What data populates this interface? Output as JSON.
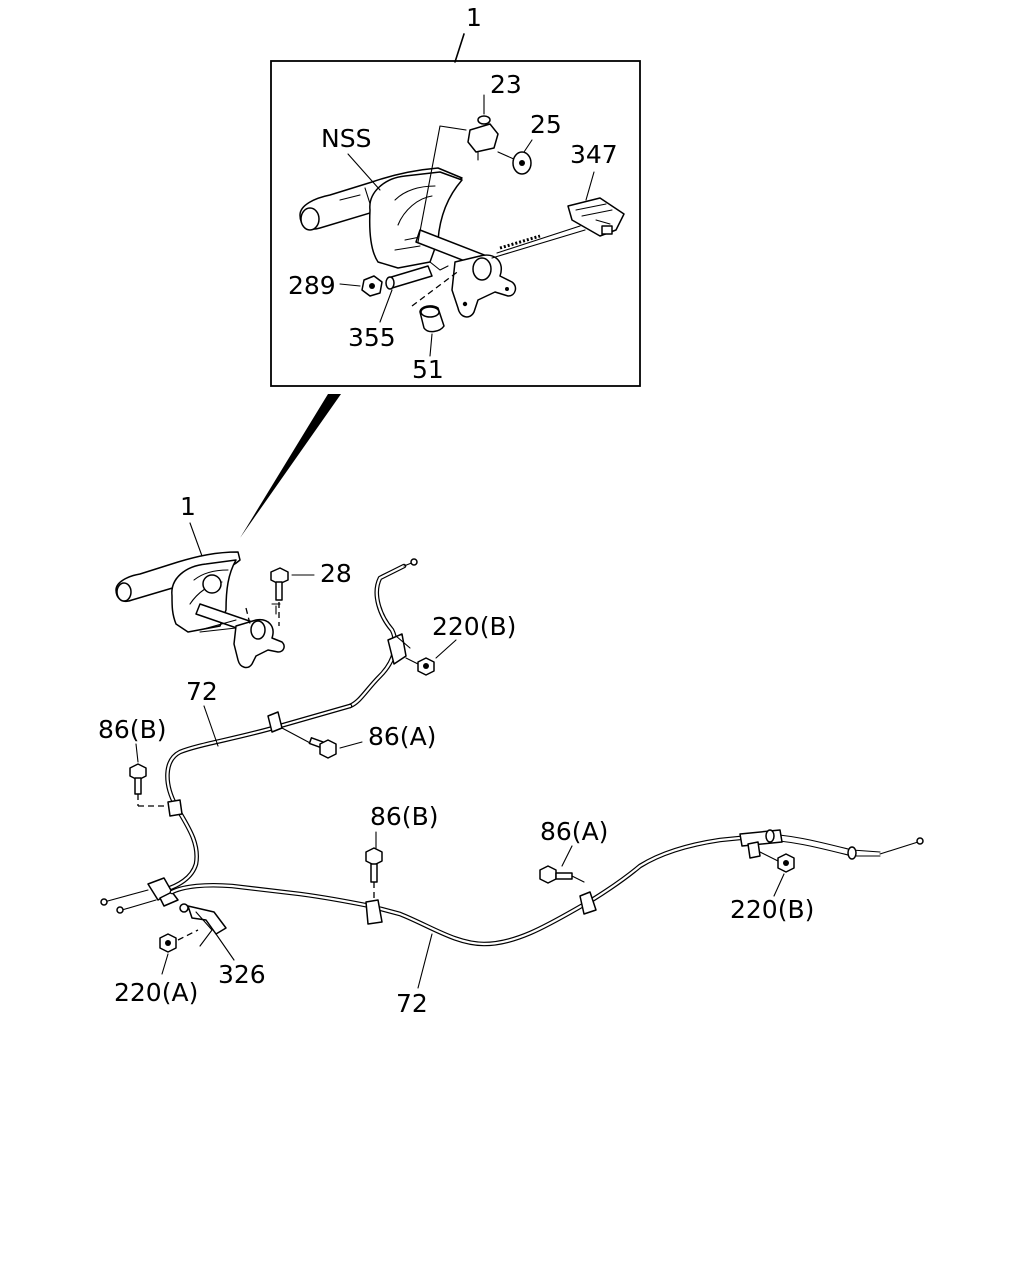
{
  "diagram": {
    "callout_top": "1",
    "callout_lower": "1",
    "inset_labels": {
      "nss": "NSS",
      "p23": "23",
      "p25": "25",
      "p347": "347",
      "p289": "289",
      "p355": "355",
      "p51": "51"
    },
    "main_labels": {
      "p28": "28",
      "p220b_upper": "220(B)",
      "p72_upper": "72",
      "p86a_upper": "86(A)",
      "p86b_left": "86(B)",
      "p86b_mid": "86(B)",
      "p86a_right": "86(A)",
      "p220b_right": "220(B)",
      "p326": "326",
      "p220a": "220(A)",
      "p72_lower": "72"
    }
  }
}
